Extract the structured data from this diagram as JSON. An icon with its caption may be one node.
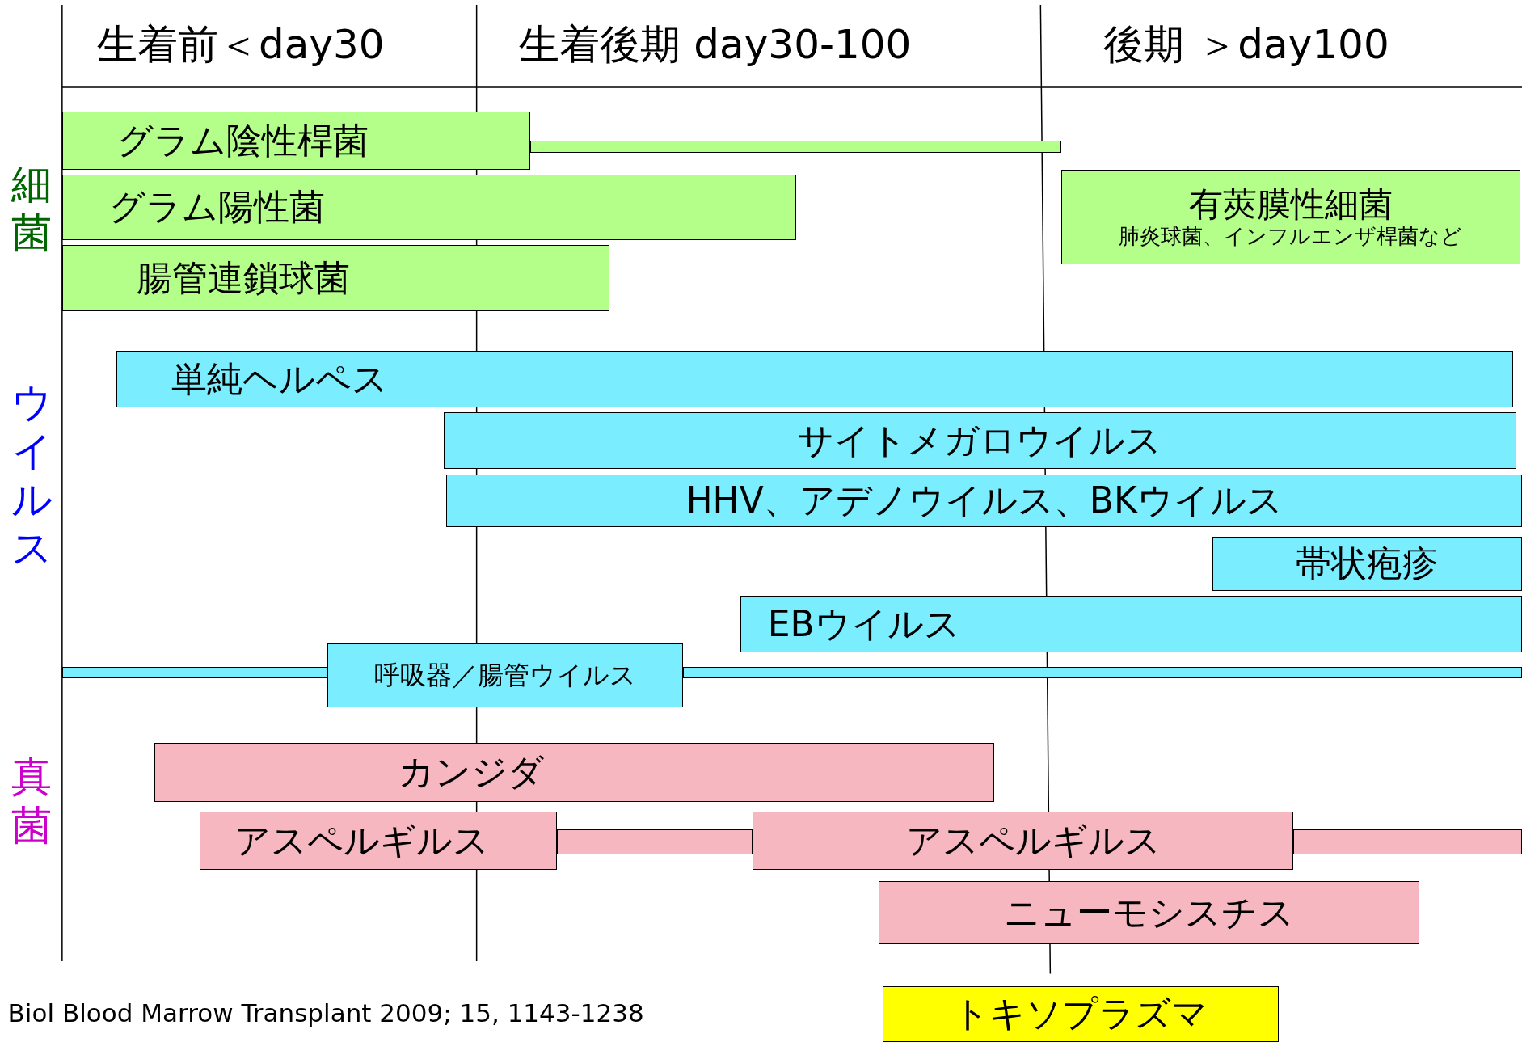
{
  "diagram": {
    "caption": "Biol Blood Marrow Transplant 2009; 15, 1143-1238",
    "nodes": [
      {
        "text": [
          "グラム陰性桿菌"
        ]
      },
      {
        "text": [
          "グラム陽性菌"
        ]
      },
      {
        "text": [
          "有莢膜性細菌",
          "肺炎球菌、インフルエンザ桿菌など"
        ]
      },
      {
        "text": [
          "腸管連鎖球菌"
        ]
      },
      {
        "text": [
          "単純ヘルペス"
        ]
      },
      {
        "text": [
          "サイトメガロウイルス"
        ]
      },
      {
        "text": [
          "HHV、アデノウイルス、BKウイルス"
        ]
      },
      {
        "text": [
          "帯状疱疹"
        ]
      },
      {
        "text": [
          "EBウイルス"
        ]
      },
      {
        "text": [
          "呼吸器／腸管ウイルス"
        ]
      },
      {
        "text": [
          "カンジダ"
        ]
      },
      {
        "text": [
          "アスペルギルス"
        ]
      },
      {
        "text": [
          "アスペルギルス"
        ]
      },
      {
        "text": [
          "ニューモシスチス"
        ]
      },
      {
        "text": [
          "トキソプラズマ"
        ]
      },
      {
        "text": [],
        "shape": "bar"
      },
      {
        "text": [],
        "shape": "bar"
      },
      {
        "text": [],
        "shape": "bar"
      },
      {
        "text": [],
        "shape": "bar"
      },
      {
        "text": [],
        "shape": "bar"
      }
    ],
    "labels": [
      "生着前＜day30",
      "生着後期 day30-100",
      "後期 ＞day100",
      "細菌",
      "ウイルス",
      "真菌"
    ]
  }
}
